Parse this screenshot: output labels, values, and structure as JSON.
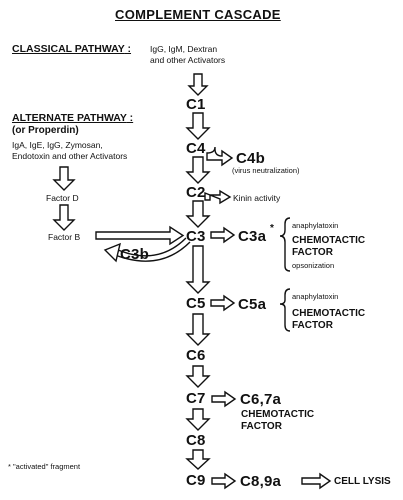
{
  "title": "COMPLEMENT CASCADE",
  "classical": {
    "heading": "CLASSICAL PATHWAY",
    "activators_line1": "IgG, IgM, Dextran",
    "activators_line2": "and other Activators"
  },
  "alternate": {
    "heading": "ALTERNATE PATHWAY",
    "subheading": "(or Properdin)",
    "activators_line1": "IgA, IgE, IgG, Zymosan,",
    "activators_line2": "Endotoxin and other Activators",
    "factor_d": "Factor D",
    "factor_b": "Factor B"
  },
  "components": {
    "c1": "C1",
    "c4": "C4",
    "c2": "C2",
    "c3": "C3",
    "c5": "C5",
    "c6": "C6",
    "c7": "C7",
    "c8": "C8",
    "c9": "C9"
  },
  "fragments": {
    "c4b": "C4b",
    "c4b_note": "(virus neutralization)",
    "kinin": "Kinin activity",
    "c3a": "C3a",
    "c3a_star": "*",
    "c3b": "C3b",
    "c5a": "C5a",
    "c67a": "C6,7a",
    "c89a": "C8,9a",
    "cell_lysis": "CELL LYSIS"
  },
  "annotations": {
    "c3a_top": "anaphylatoxin",
    "c3a_chem1": "CHEMOTACTIC",
    "c3a_chem2": "FACTOR",
    "c3a_bottom": "opsonization",
    "c5a_top": "anaphylatoxin",
    "c5a_chem1": "CHEMOTACTIC",
    "c5a_chem2": "FACTOR",
    "c67a_chem1": "CHEMOTACTIC",
    "c67a_chem2": "FACTOR"
  },
  "footnote": {
    "star": "*",
    "text": "\"activated\" fragment"
  }
}
